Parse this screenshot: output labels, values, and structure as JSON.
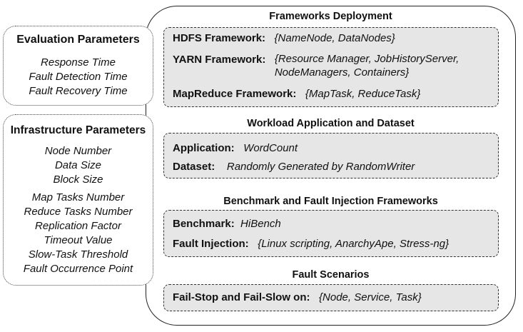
{
  "evaluation": {
    "title": "Evaluation Parameters",
    "items": [
      "Response Time",
      "Fault Detection Time",
      "Fault Recovery Time"
    ]
  },
  "infrastructure": {
    "title": "Infrastructure Parameters",
    "items": [
      "Node Number",
      "Data Size",
      "Block Size",
      "Map Tasks Number",
      "Reduce Tasks Number",
      "Replication Factor",
      "Timeout Value",
      "Slow-Task Threshold",
      "Fault Occurrence Point"
    ]
  },
  "frameworks": {
    "title": "Frameworks Deployment",
    "hdfs_label": "HDFS Framework:",
    "hdfs_value": "{NameNode, DataNodes}",
    "yarn_label": "YARN Framework:",
    "yarn_value_line1": "{Resource Manager, JobHistoryServer,",
    "yarn_value_line2": "NodeManagers, Containers}",
    "mapreduce_label": "MapReduce Framework:",
    "mapreduce_value": "{MapTask, ReduceTask}"
  },
  "workload": {
    "title": "Workload Application and Dataset",
    "application_label": "Application:",
    "application_value": "WordCount",
    "dataset_label": "Dataset:",
    "dataset_value": "Randomly Generated by RandomWriter"
  },
  "benchmark": {
    "title": "Benchmark and Fault Injection Frameworks",
    "benchmark_label": "Benchmark:",
    "benchmark_value": "HiBench",
    "injection_label": "Fault Injection:",
    "injection_value": "{Linux scripting, AnarchyApe, Stress-ng}"
  },
  "scenarios": {
    "title": "Fault Scenarios",
    "label": "Fail-Stop and Fail-Slow on:",
    "value": "{Node, Service, Task}"
  }
}
